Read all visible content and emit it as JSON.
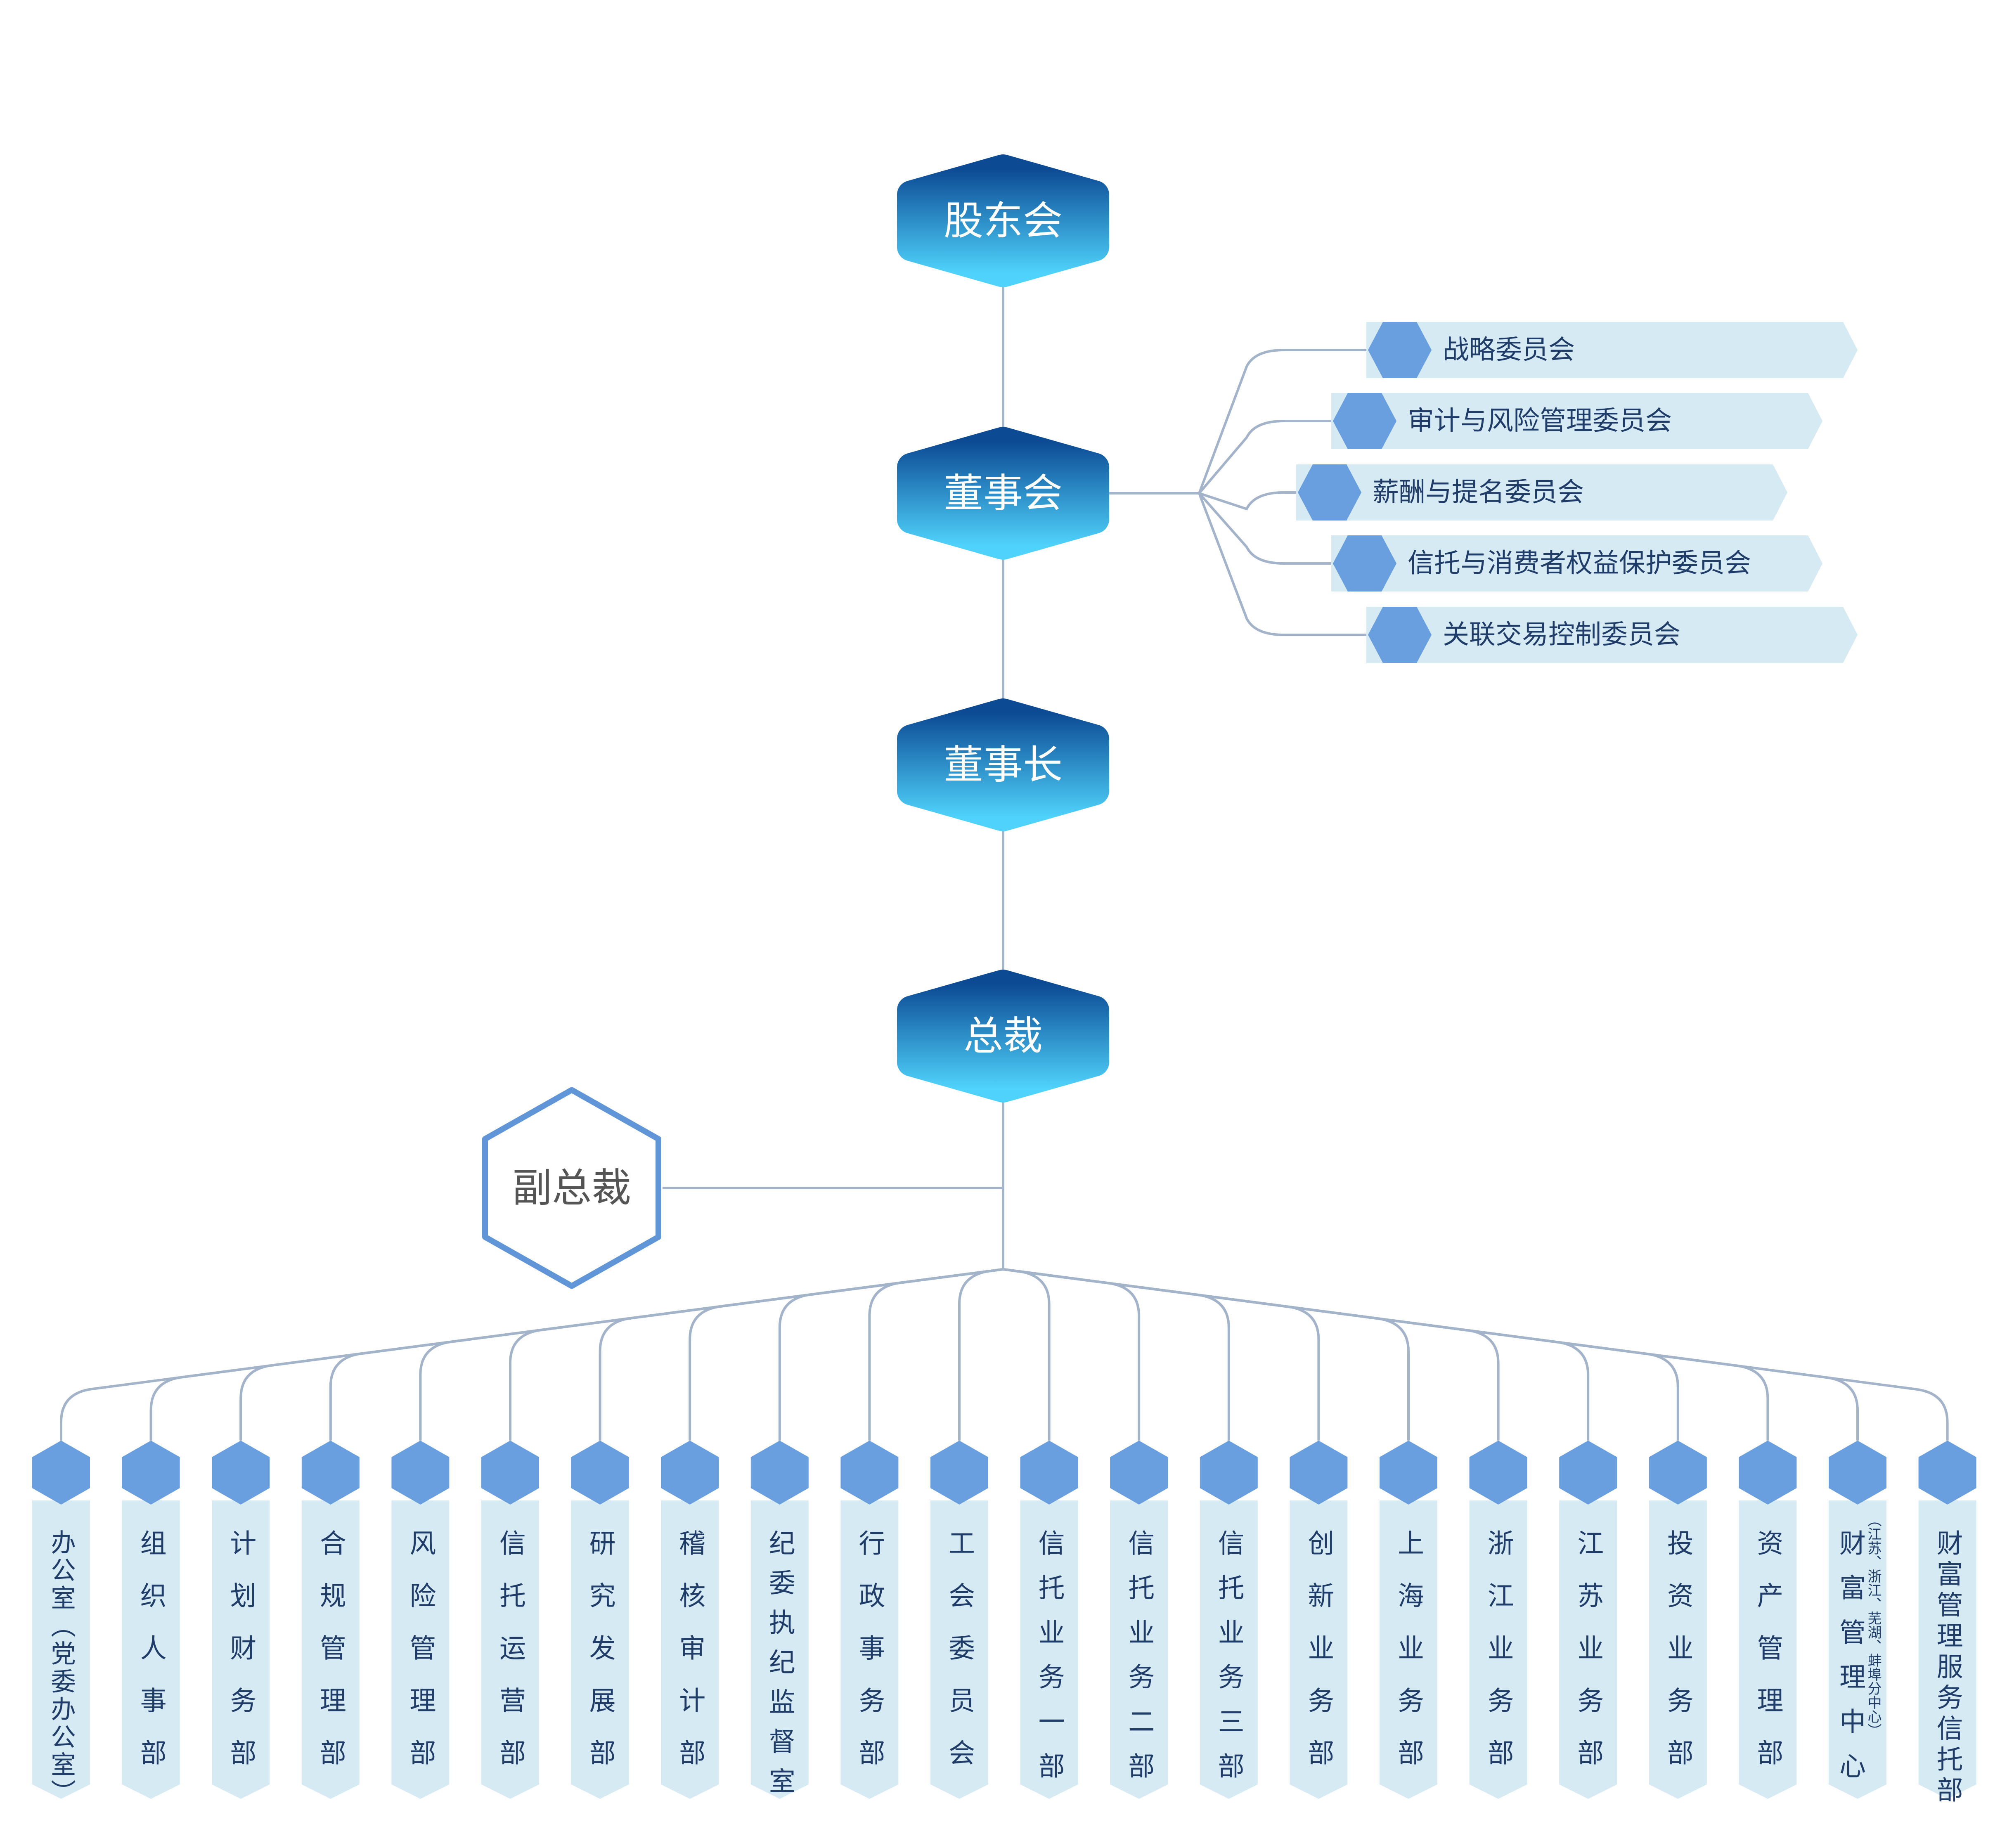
{
  "chain": [
    {
      "label": "股东会"
    },
    {
      "label": "董事会"
    },
    {
      "label": "董事长"
    },
    {
      "label": "总裁"
    }
  ],
  "vice_president": {
    "label": "副总裁"
  },
  "committees": [
    {
      "label": "战略委员会"
    },
    {
      "label": "审计与风险管理委员会"
    },
    {
      "label": "薪酬与提名委员会"
    },
    {
      "label": "信托与消费者权益保护委员会"
    },
    {
      "label": "关联交易控制委员会"
    }
  ],
  "departments": [
    {
      "label": "办公室（党委办公室）"
    },
    {
      "label": "组织人事部"
    },
    {
      "label": "计划财务部"
    },
    {
      "label": "合规管理部"
    },
    {
      "label": "风险管理部"
    },
    {
      "label": "信托运营部"
    },
    {
      "label": "研究发展部"
    },
    {
      "label": "稽核审计部"
    },
    {
      "label": "纪委执纪监督室"
    },
    {
      "label": "行政事务部"
    },
    {
      "label": "工会委员会"
    },
    {
      "label": "信托业务一部"
    },
    {
      "label": "信托业务二部"
    },
    {
      "label": "信托业务三部"
    },
    {
      "label": "创新业务部"
    },
    {
      "label": "上海业务部"
    },
    {
      "label": "浙江业务部"
    },
    {
      "label": "江苏业务部"
    },
    {
      "label": "投资业务部"
    },
    {
      "label": "资产管理部"
    },
    {
      "label": "财富管理中心",
      "note": "（江苏、浙江、芜湖、蚌埠分中心）"
    },
    {
      "label": "财富管理服务信托部"
    }
  ],
  "colors": {
    "hex_top": "#0c4a94",
    "hex_bottom": "#4fd2fb",
    "connector": "#a3b3c9",
    "committee_band": "#d6eaf4",
    "committee_hex": "#6a9fdf",
    "committee_text": "#1f3d68",
    "dept_hex": "#6a9fdf",
    "dept_banner": "#d6eaf4",
    "dept_text": "#1f3d68",
    "vice_border": "#6096d7",
    "vice_text": "#555555",
    "chain_text": "#ffffff"
  }
}
